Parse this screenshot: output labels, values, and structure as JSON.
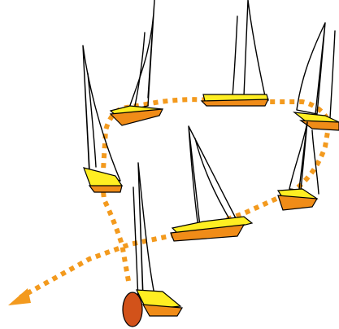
{
  "diagram": {
    "boats": [
      "boat-1",
      "boat-2",
      "boat-3",
      "boat-4",
      "boat-5",
      "boat-6",
      "boat-7"
    ],
    "colors": {
      "route": "#f39a1e",
      "hull": "#ffee22",
      "keel": "#f08c18",
      "buoy": "#d2521a",
      "line": "#000000"
    },
    "icons": {
      "start_marker": "orange-ellipse-buoy",
      "route_end": "arrowhead-icon"
    }
  }
}
